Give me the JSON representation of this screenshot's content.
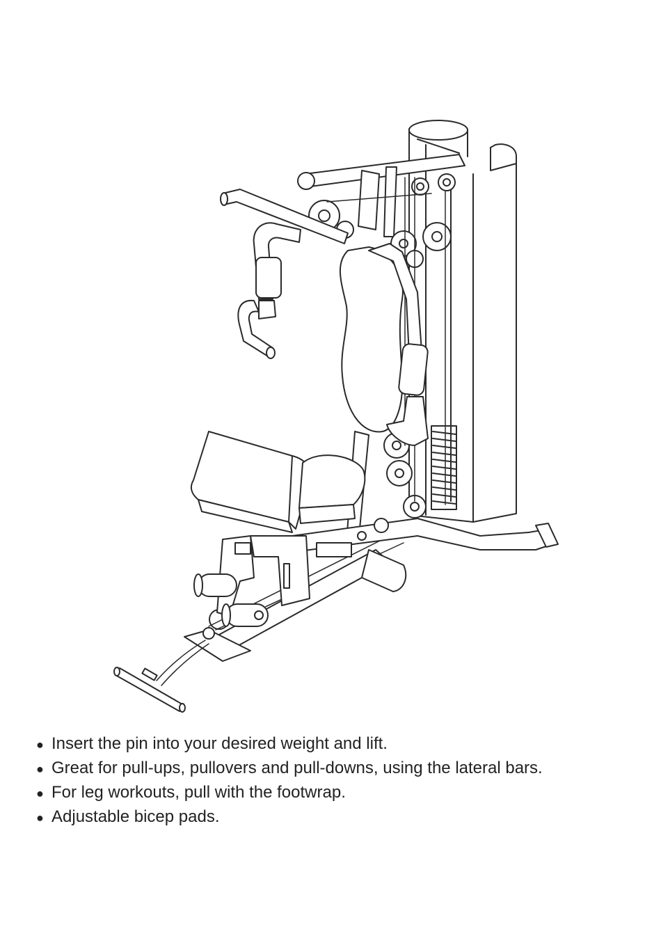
{
  "features": [
    {
      "bullet": "●",
      "text": "Insert the pin into your desired weight and lift."
    },
    {
      "bullet": "●",
      "text": "Great for pull-ups, pullovers and pull-downs, using the lateral bars."
    },
    {
      "bullet": "●",
      "text": "For leg workouts, pull with the footwrap."
    },
    {
      "bullet": "●",
      "text": "Adjustable bicep pads."
    }
  ],
  "colors": {
    "line": "#2a2a2a",
    "fill": "#ffffff",
    "text": "#222222"
  }
}
